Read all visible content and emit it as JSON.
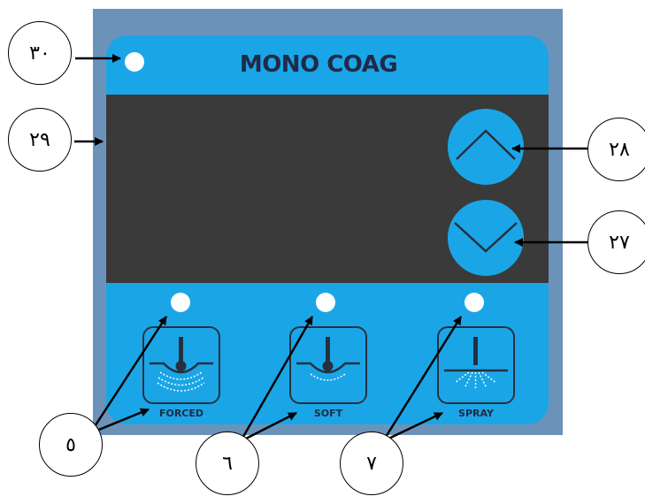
{
  "device": {
    "title": "MONO COAG",
    "colors": {
      "frame": "#6b93ba",
      "panel": "#1aa6e6",
      "display": "#3a3a3b",
      "text": "#202a48",
      "led": "#ffffff"
    },
    "modes": [
      {
        "label": "FORCED",
        "icon": "forced-coag-icon"
      },
      {
        "label": "SOFT",
        "icon": "soft-coag-icon"
      },
      {
        "label": "SPRAY",
        "icon": "spray-coag-icon"
      }
    ],
    "buttons": {
      "up": "chevron-up-icon",
      "down": "chevron-down-icon"
    }
  },
  "callouts": {
    "c30": "٣٠",
    "c29": "٢٩",
    "c28": "٢٨",
    "c27": "٢٧",
    "c5": "٥",
    "c6": "٦",
    "c7": "٧"
  }
}
